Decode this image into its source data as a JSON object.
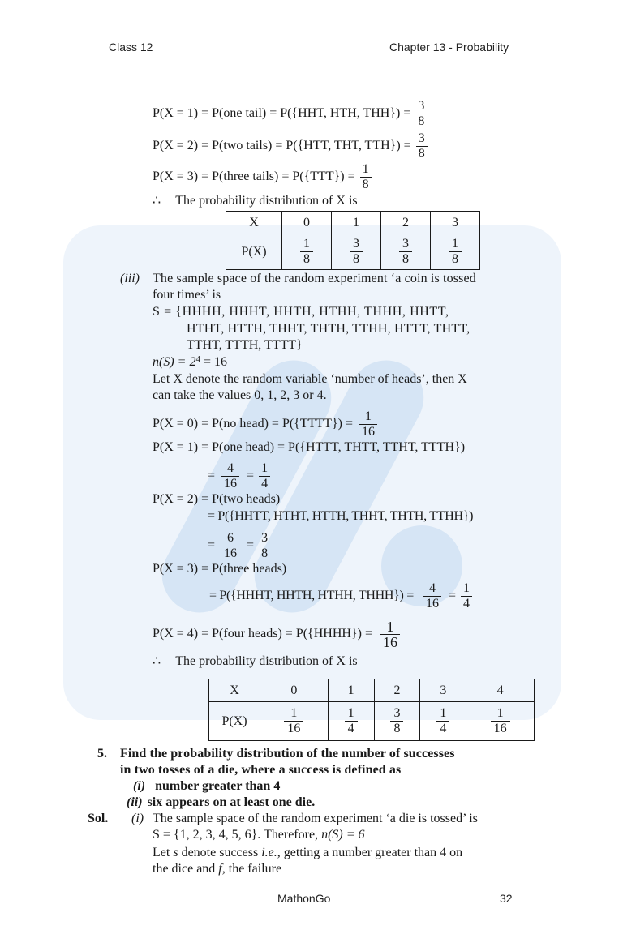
{
  "header": {
    "left": "Class 12",
    "right": "Chapter 13 - Probability"
  },
  "footer": {
    "center": "MathonGo",
    "page": "32"
  },
  "part_ii": {
    "l1_text": "P(X = 1) = P(one tail) = P({HHT, HTH, THH}) =",
    "l1_num": "3",
    "l1_den": "8",
    "l2_text": "P(X = 2) = P(two tails) = P({HTT, THT, TTH}) =",
    "l2_num": "3",
    "l2_den": "8",
    "l3_text": "P(X = 3) = P(three tails) = P({TTT}) =",
    "l3_num": "1",
    "l3_den": "8",
    "therefore": "∴",
    "dist_text": "The probability distribution of X is",
    "table": {
      "row1_label": "X",
      "values": [
        "0",
        "1",
        "2",
        "3"
      ],
      "row2_label": "P(X)",
      "nums": [
        "1",
        "3",
        "3",
        "1"
      ],
      "dens": [
        "8",
        "8",
        "8",
        "8"
      ]
    }
  },
  "part_iii": {
    "label": "(iii)",
    "intro1": "The sample space of the random experiment ‘a coin is tossed",
    "intro2": "four times’ is",
    "s1": "S = {HHHH, HHHT, HHTH, HTHH, THHH, HHTT,",
    "s2": "HTHT, HTTH, THHT, THTH, TTHH, HTTT, THTT,",
    "s3": "TTHT, TTTH, TTTT}",
    "ns_prefix": "n(S) = 2",
    "ns_exp": "4",
    "ns_suffix": " = 16",
    "let1": "Let X denote the random variable ‘number of heads’, then X",
    "let2": "can take the values 0, 1, 2, 3 or 4.",
    "p0_text": "P(X = 0) = P(no head) = P({TTTT}) =",
    "p0_num": "1",
    "p0_den": "16",
    "p1_text": "P(X = 1) = P(one head) = P({HTTT, THTT, TTHT, TTTH})",
    "eq": "=",
    "p1_n1": "4",
    "p1_d1": "16",
    "p1_n2": "1",
    "p1_d2": "4",
    "p2_text": "P(X = 2) = P(two heads)",
    "p2_set": "= P({HHTT, HTHT, HTTH, THHT, THTH, TTHH})",
    "p2_n1": "6",
    "p2_d1": "16",
    "p2_n2": "3",
    "p2_d2": "8",
    "p3_text": "P(X = 3) = P(three heads)",
    "p3_set": "= P({HHHT, HHTH, HTHH, THHH}) =",
    "p3_n1": "4",
    "p3_d1": "16",
    "p3_n2": "1",
    "p3_d2": "4",
    "p4_text": "P(X = 4) = P(four heads) = P({HHHH}) =",
    "p4_num": "1",
    "p4_den": "16",
    "therefore": "∴",
    "dist_text": "The probability distribution of X is",
    "table": {
      "row1_label": "X",
      "values": [
        "0",
        "1",
        "2",
        "3",
        "4"
      ],
      "row2_label": "P(X)",
      "nums": [
        "1",
        "1",
        "3",
        "1",
        "1"
      ],
      "dens": [
        "16",
        "4",
        "8",
        "4",
        "16"
      ]
    }
  },
  "q5": {
    "number": "5.",
    "line1": "Find the probability distribution of the number of successes",
    "line2": "in two tosses of a die, where a success is defined as",
    "i_label": "(i)",
    "i_text": "number greater than 4",
    "ii_label": "(ii)",
    "ii_text": "six appears on at least one die."
  },
  "solution": {
    "label": "Sol.",
    "i_label": "(i)",
    "line1": "The sample space of the random experiment ‘a die is tossed’ is",
    "line2_a": "S = {1, 2, 3, 4, 5, 6}. Therefore, ",
    "line2_b": "n(S) = 6",
    "line3_a": "Let ",
    "line3_s": "s",
    "line3_b": " denote success ",
    "line3_ie": "i.e.,",
    "line3_c": " getting a number greater than 4 on",
    "line4_a": "the dice and ",
    "line4_f": "f,",
    "line4_b": " the failure"
  },
  "colors": {
    "watermark_bg": "#eef4fb",
    "watermark_mark": "#d6e5f5",
    "text": "#1a1a1a"
  }
}
